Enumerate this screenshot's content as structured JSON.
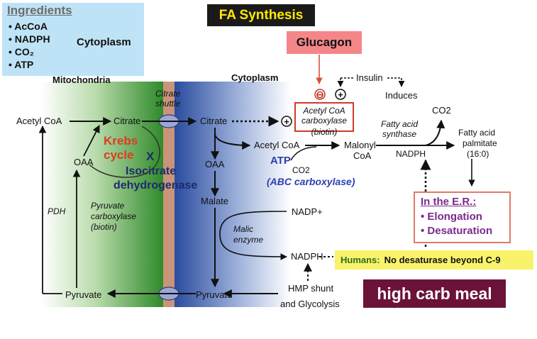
{
  "title": "FA Synthesis",
  "ingredients": {
    "heading": "Ingredients",
    "items": [
      "• AcCoA",
      "• NADPH",
      "• CO₂",
      "• ATP"
    ],
    "location": "Cytoplasm"
  },
  "regions": {
    "mitochondria": "Mitochondria",
    "cytoplasm": "Cytoplasm"
  },
  "glucagon": "Glucagon",
  "insulin": "Insulin",
  "induces": "Induces",
  "inhibit_sign": "⊖",
  "activate_sign": "+",
  "acc_enzyme": [
    "Acetyl CoA",
    "carboxylase",
    "(biotin)"
  ],
  "mito": {
    "acetyl_coa": "Acetyl CoA",
    "citrate": "Citrate",
    "oaa": "OAA",
    "pyruvate": "Pyruvate",
    "pdh": "PDH",
    "pyruvate_carboxylase": [
      "Pyruvate",
      "carboxylase",
      "(biotin)"
    ],
    "krebs": [
      "Krebs",
      "cycle"
    ],
    "x_mark": "X",
    "isocitrate_dh": [
      "Isocitrate",
      "dehydrogenase"
    ]
  },
  "shuttle": [
    "Citrate",
    "shuttle"
  ],
  "cyto": {
    "citrate": "Citrate",
    "oaa": "OAA",
    "malate": "Malate",
    "malic_enzyme": [
      "Malic",
      "enzyme"
    ],
    "nadp_plus": "NADP+",
    "nadph": "NADPH",
    "pyruvate": "Pyruvate",
    "acetyl_coa": "Acetyl CoA",
    "atp": "ATP",
    "co2_in": "CO2",
    "abc_carboxylase": "(ABC carboxylase)",
    "malonyl_coa": [
      "Malonyl",
      "CoA"
    ],
    "fa_synthase": [
      "Fatty acid",
      "synthase"
    ],
    "nadph_fas": "NADPH",
    "co2_out": "CO2",
    "palmitate": [
      "Fatty acid",
      "palmitate",
      "(16:0)"
    ],
    "hmp": [
      "HMP shunt",
      "and Glycolysis"
    ]
  },
  "er": {
    "heading": "In the E.R.:",
    "items": [
      "• Elongation",
      "• Desaturation"
    ]
  },
  "humans": {
    "label": "Humans:",
    "text": "No desaturase beyond C-9"
  },
  "meal": "high carb meal",
  "colors": {
    "mito_green": "#2f8a2a",
    "membrane_tan": "#c9957a",
    "cyto_blue": "#2a4c9e",
    "krebs_red": "#e03a1e",
    "isocitrate_navy": "#1e2a6e",
    "abc_blue": "#2b3fb0",
    "er_purple": "#7b2a8c",
    "meal_maroon": "#6b1239"
  }
}
